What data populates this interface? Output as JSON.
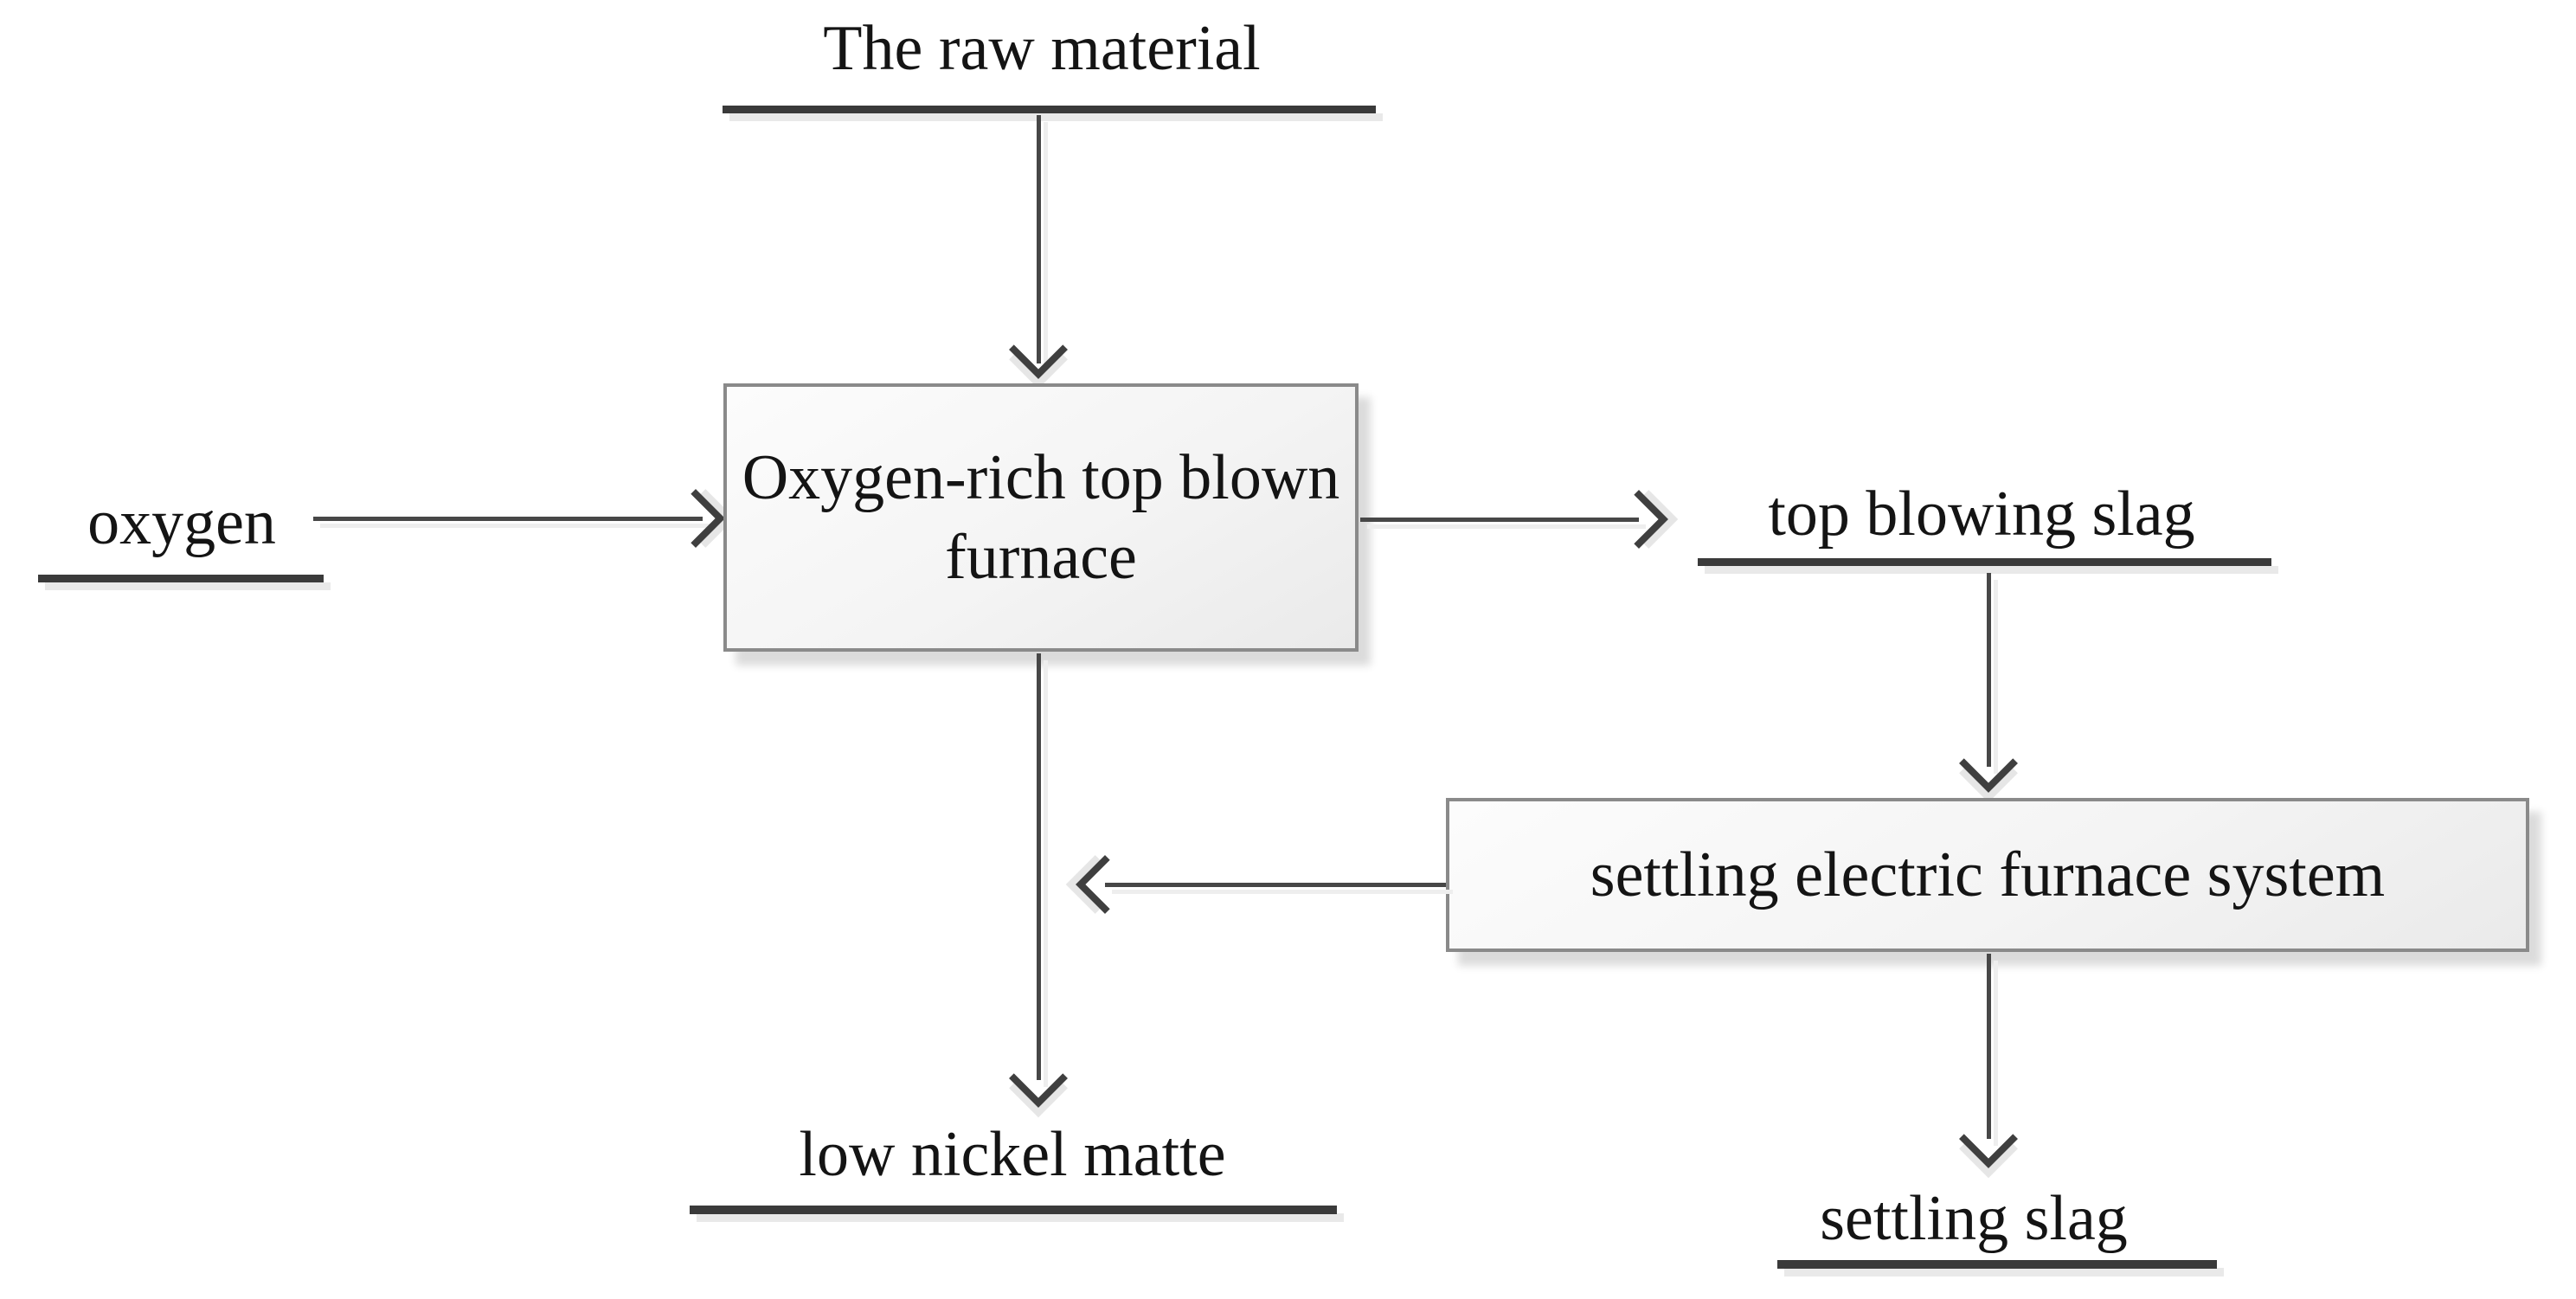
{
  "diagram": {
    "type": "flowchart",
    "background": "#ffffff",
    "nodes": {
      "raw_material": {
        "label": "The raw material",
        "kind": "underlined-terminal"
      },
      "oxygen": {
        "label": "oxygen",
        "kind": "underlined-terminal"
      },
      "furnace": {
        "label": "Oxygen-rich top blown furnace",
        "kind": "process-box"
      },
      "top_blowing_slag": {
        "label": "top blowing slag",
        "kind": "underlined-terminal"
      },
      "settling_furnace": {
        "label": "settling electric furnace system",
        "kind": "process-box"
      },
      "low_nickel_matte": {
        "label": "low nickel matte",
        "kind": "underlined-terminal"
      },
      "settling_slag": {
        "label": "settling slag",
        "kind": "underlined-terminal"
      }
    },
    "edges": [
      {
        "from": "raw_material",
        "to": "furnace",
        "direction": "down"
      },
      {
        "from": "oxygen",
        "to": "furnace",
        "direction": "right"
      },
      {
        "from": "furnace",
        "to": "top_blowing_slag",
        "direction": "right"
      },
      {
        "from": "top_blowing_slag",
        "to": "settling_furnace",
        "direction": "down"
      },
      {
        "from": "settling_furnace",
        "to": "furnace-output-line",
        "direction": "left"
      },
      {
        "from": "furnace",
        "to": "low_nickel_matte",
        "direction": "down"
      },
      {
        "from": "settling_furnace",
        "to": "settling_slag",
        "direction": "down"
      }
    ],
    "icons": {
      "arrowhead_down": "open-chevron-down",
      "arrowhead_right": "open-chevron-right",
      "arrowhead_left": "open-chevron-left"
    },
    "colors": {
      "text": "#141414",
      "line": "#474747",
      "underline": "#3a3a3a",
      "box_border": "#8a8a8a",
      "box_fill": "#f2f2f2",
      "shadow": "#e6e6e6"
    }
  }
}
